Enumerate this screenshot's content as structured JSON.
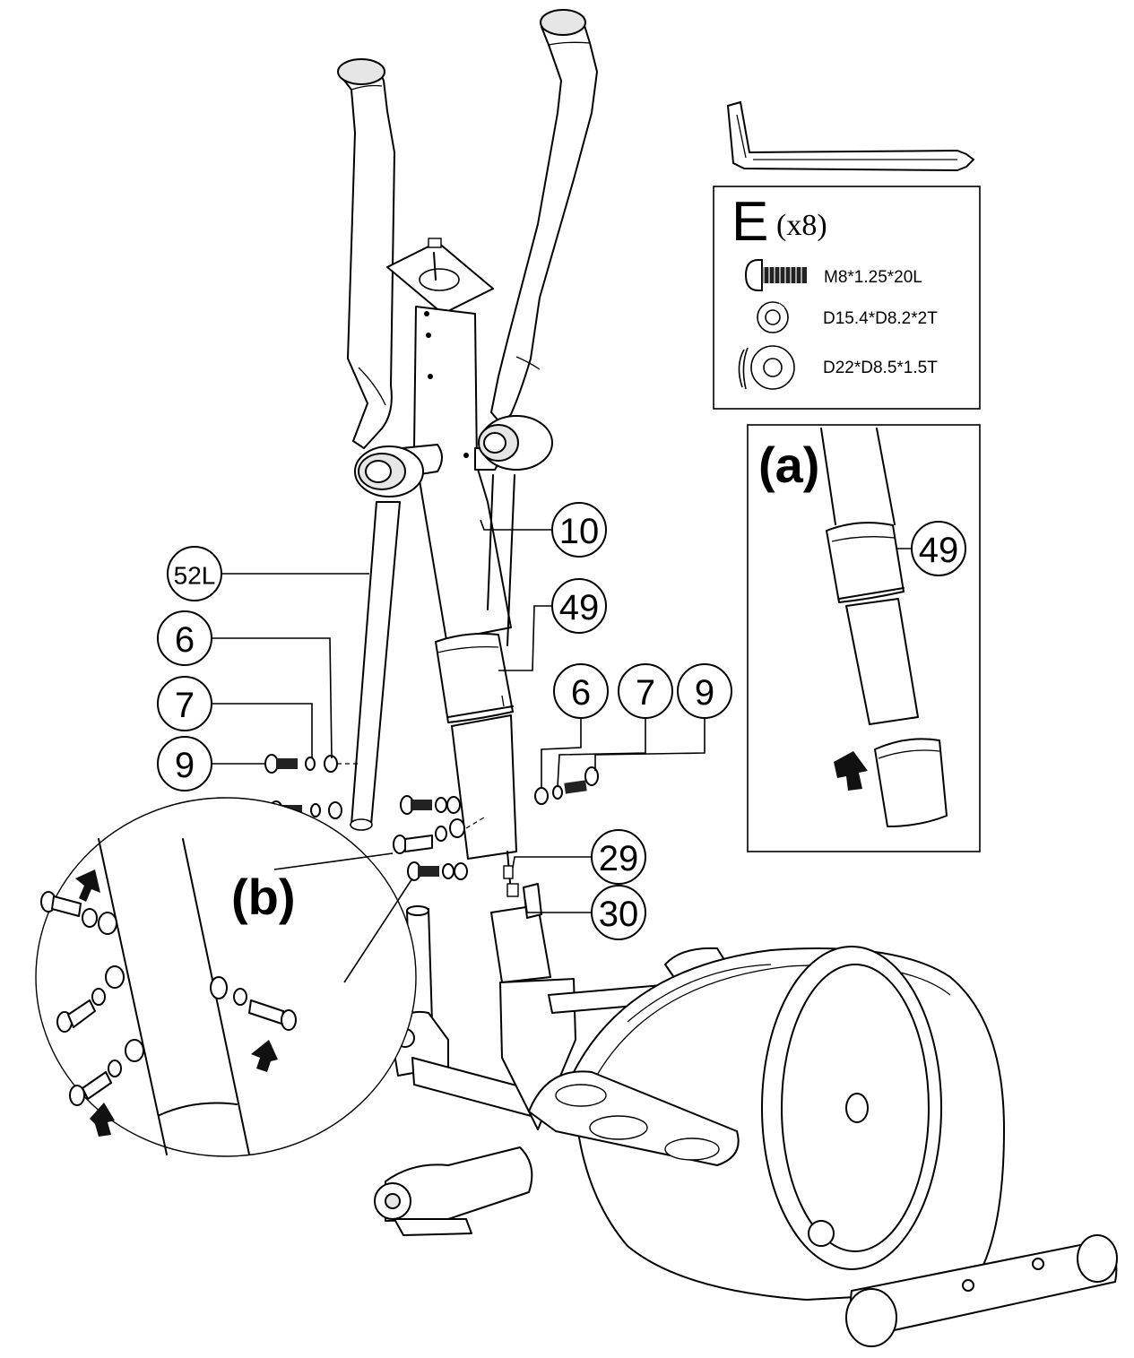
{
  "hardware_kit": {
    "letter": "E",
    "quantity": "(x8)",
    "items": [
      {
        "icon": "bolt-icon",
        "spec": "M8*1.25*20L"
      },
      {
        "icon": "spring-washer-icon",
        "spec": "D15.4*D8.2*2T"
      },
      {
        "icon": "flat-washer-icon",
        "spec": "D22*D8.5*1.5T"
      }
    ]
  },
  "detail_views": {
    "a": {
      "label": "(a)",
      "part": "49"
    },
    "b": {
      "label": "(b)"
    }
  },
  "callouts": {
    "c52l": "52L",
    "c10": "10",
    "c49": "49",
    "c6_left": "6",
    "c7_left": "7",
    "c9_left": "9",
    "c6_right": "6",
    "c7_right": "7",
    "c9_right": "9",
    "c29": "29",
    "c30": "30"
  },
  "tools": [
    "allen-key-screwdriver-icon"
  ]
}
